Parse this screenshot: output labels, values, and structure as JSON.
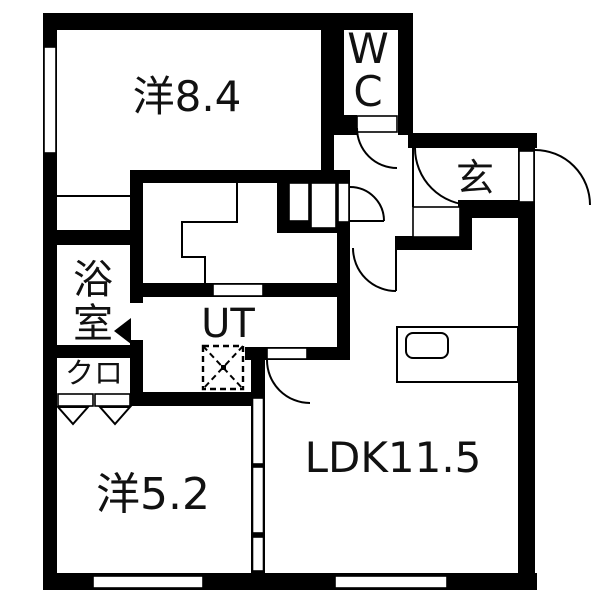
{
  "floorplan": {
    "background_color": "#ffffff",
    "wall_color": "#000000",
    "rooms": [
      {
        "name": "western-room-8.4",
        "label": "洋8.4"
      },
      {
        "name": "wc",
        "letters": [
          "W",
          "C"
        ]
      },
      {
        "name": "entrance",
        "label": "玄"
      },
      {
        "name": "bathroom",
        "chars": [
          "浴",
          "室"
        ]
      },
      {
        "name": "closet",
        "label": "クロ"
      },
      {
        "name": "utility",
        "label": "UT"
      },
      {
        "name": "western-room-5.2",
        "label": "洋5.2"
      },
      {
        "name": "ldk",
        "label": "LDK11.5"
      }
    ]
  }
}
